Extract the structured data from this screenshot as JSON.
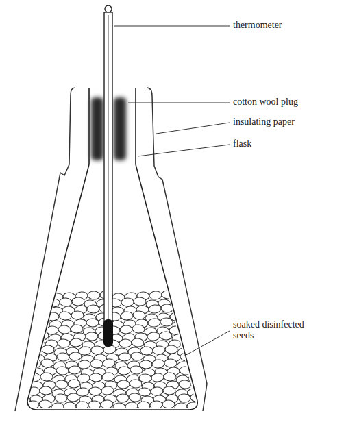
{
  "diagram": {
    "labels": [
      "thermometer",
      "cotton wool plug",
      "insulating paper",
      "flask",
      "soaked disinfected seeds"
    ]
  }
}
